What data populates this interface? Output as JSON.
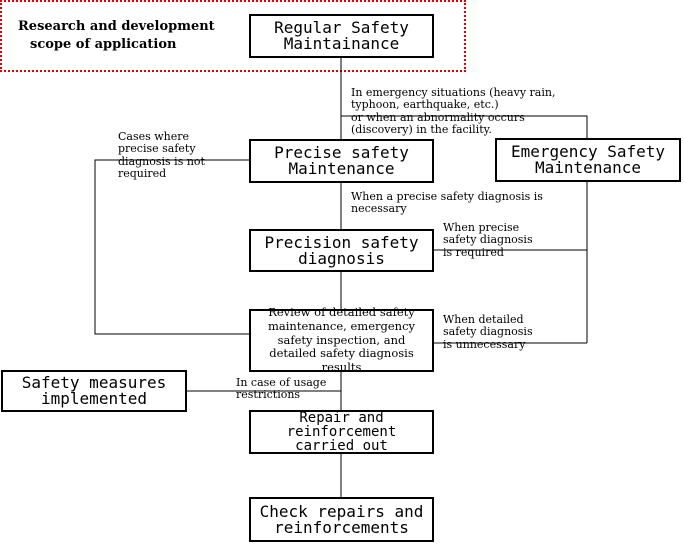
{
  "scope": {
    "label_line1": "Research and development",
    "label_line2": "scope of application"
  },
  "nodes": {
    "regular": {
      "line1": "Regular Safety",
      "line2": "Maintainance"
    },
    "precise_maint": {
      "line1": "Precise safety",
      "line2": "Maintenance"
    },
    "emergency": {
      "line1": "Emergency Safety",
      "line2": "Maintenance"
    },
    "precision_diag": {
      "line1": "Precision safety",
      "line2": "diagnosis"
    },
    "review": {
      "text": "Review of detailed safety maintenance, emergency safety inspection, and detailed safety diagnosis results"
    },
    "safety_measures": {
      "line1": "Safety measures",
      "line2": "implemented"
    },
    "repair": {
      "line1": "Repair and reinforcement",
      "line2": "carried out"
    },
    "check": {
      "line1": "Check repairs and",
      "line2": "reinforcements"
    }
  },
  "labels": {
    "emergency_condition": "In emergency situations (heavy rain,\ntyphoon, earthquake, etc.)\nor when an abnormality occurs\n(discovery) in the facility.",
    "not_required": "Cases where\nprecise safety\ndiagnosis is not\nrequired",
    "necessary": "When a precise safety diagnosis is\nnecessary",
    "required": "When precise\nsafety diagnosis\nis required",
    "unnecessary": "When detailed\nsafety diagnosis\nis unnecessary",
    "usage_restrictions": "In case of usage\nrestrictions"
  }
}
